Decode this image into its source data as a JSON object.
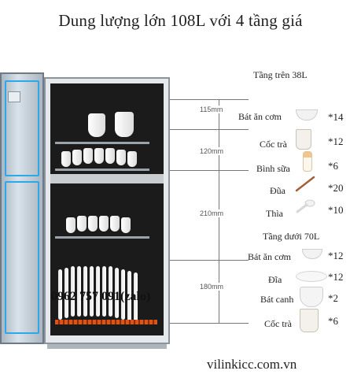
{
  "title": "Dung lượng lớn 108L với 4 tầng giá",
  "dimensions": [
    "115mm",
    "120mm",
    "210mm",
    "180mm"
  ],
  "top_section": {
    "header": "Tầng trên 38L",
    "items": [
      {
        "label": "Bát ăn cơm",
        "count": "*14",
        "icon": "rice-bowl-icon"
      },
      {
        "label": "Cốc trà",
        "count": "*12",
        "icon": "tea-cup-icon"
      },
      {
        "label": "Bình sữa",
        "count": "*6",
        "icon": "baby-bottle-icon"
      },
      {
        "label": "Đũa",
        "count": "*20",
        "icon": "chopsticks-icon"
      },
      {
        "label": "Thìa",
        "count": "*10",
        "icon": "spoon-icon"
      }
    ]
  },
  "bottom_section": {
    "header": "Tầng dưới 70L",
    "items": [
      {
        "label": "Bát ăn cơm",
        "count": "*12",
        "icon": "rice-bowl-icon"
      },
      {
        "label": "Đĩa",
        "count": "*12",
        "icon": "plate-icon"
      },
      {
        "label": "Bát canh",
        "count": "*2",
        "icon": "soup-bowl-icon"
      },
      {
        "label": "Cốc trà",
        "count": "*6",
        "icon": "tea-cup-icon"
      }
    ]
  },
  "phone": "0962 757 091(zalo)",
  "website": "vilinkicc.com.vn"
}
